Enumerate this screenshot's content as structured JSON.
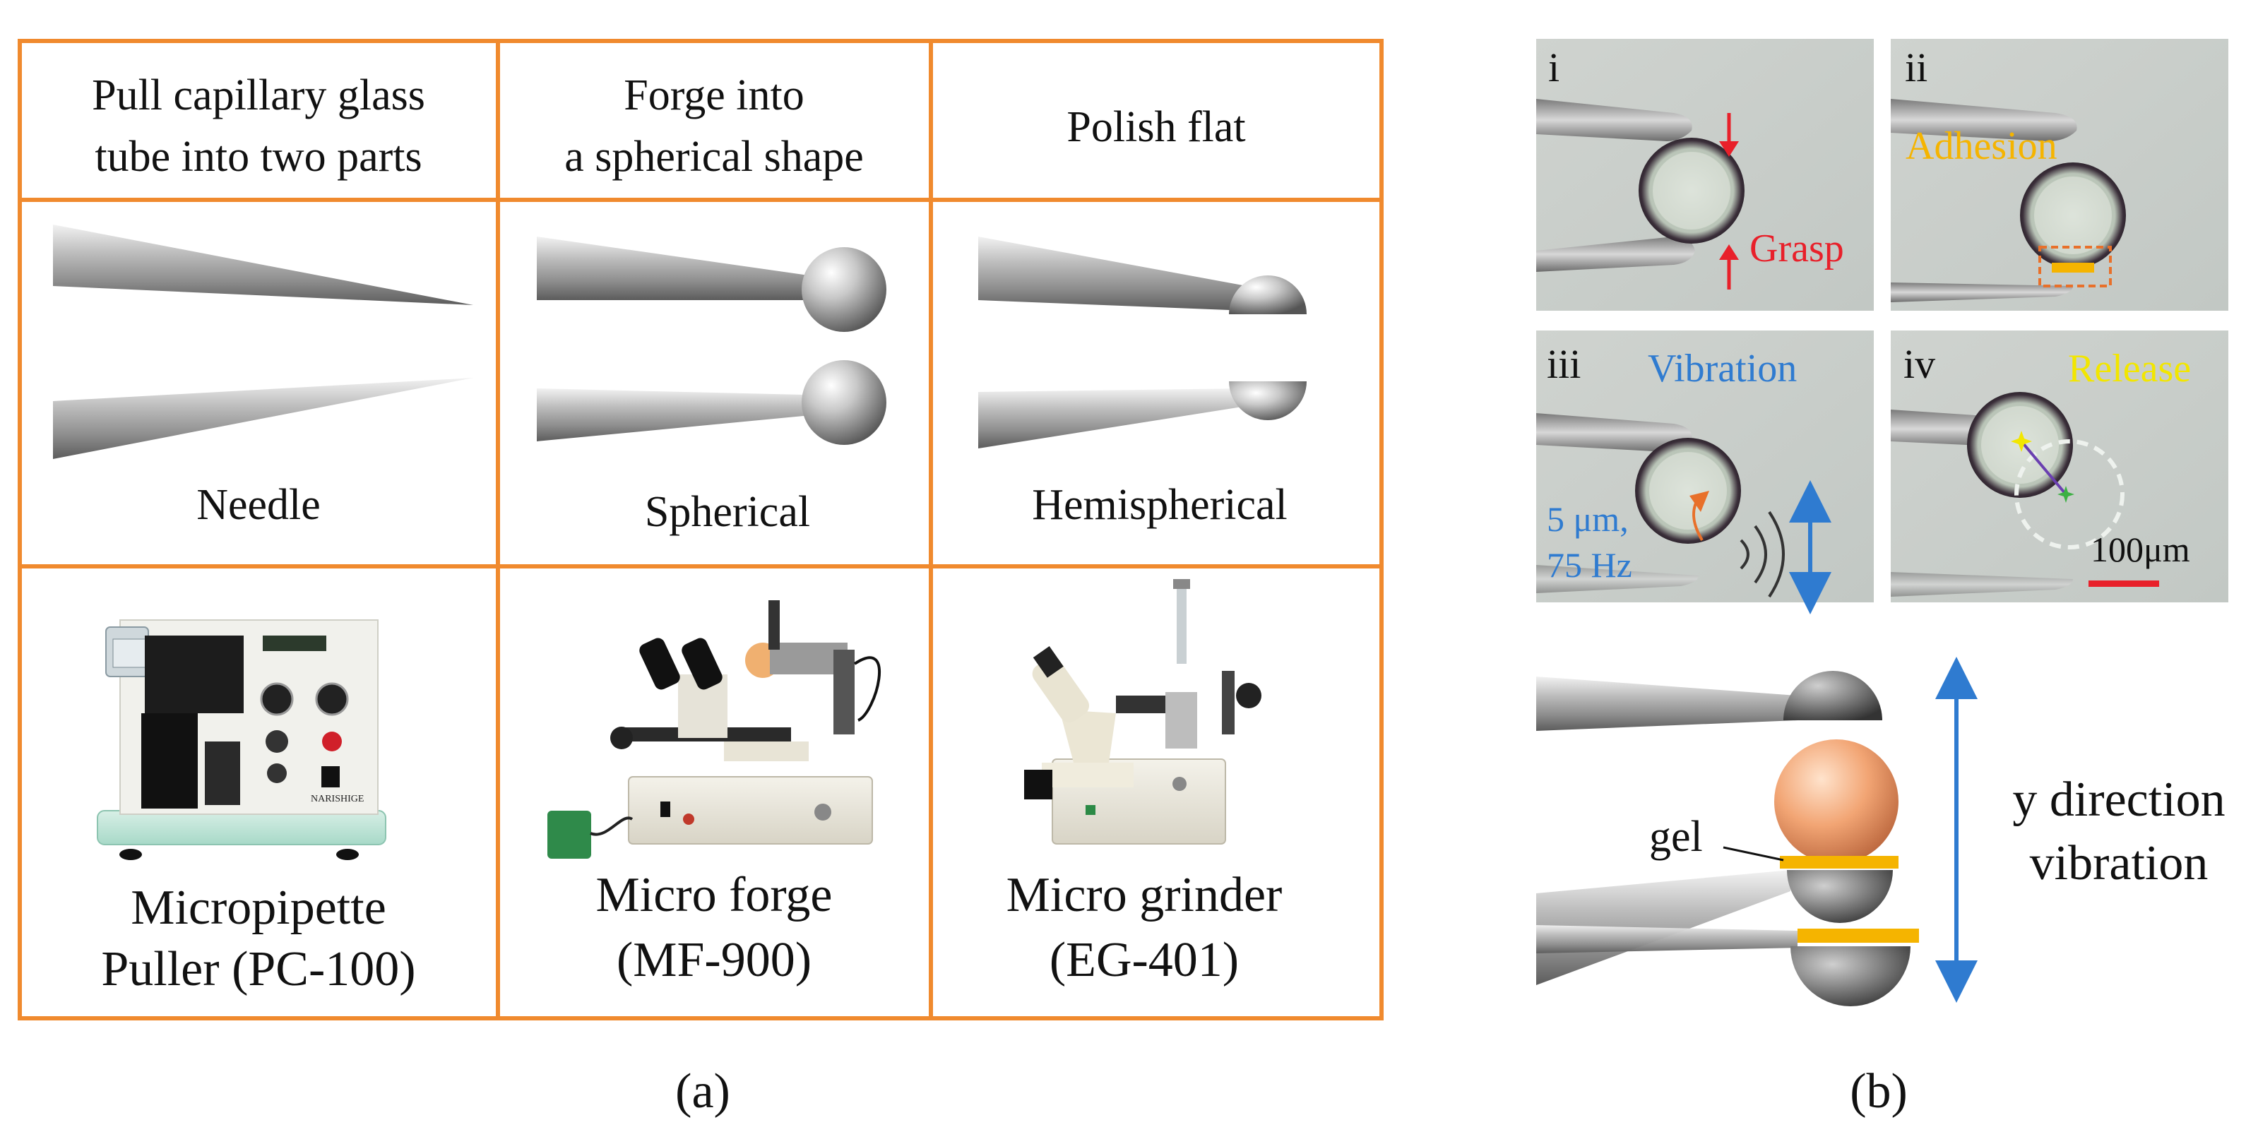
{
  "panel_a": {
    "label": "(a)",
    "header": {
      "col1_line1": "Pull capillary glass",
      "col1_line2": "tube into two parts",
      "col2_line1": "Forge into",
      "col2_line2": "a spherical shape",
      "col3": "Polish flat"
    },
    "shapes": {
      "col1": "Needle",
      "col2": "Spherical",
      "col3": "Hemispherical"
    },
    "devices": {
      "col1_line1": "Micropipette",
      "col1_line2": "Puller (PC-100)",
      "col2_line1": "Micro forge",
      "col2_line2": "(MF-900)",
      "col3_line1": "Micro grinder",
      "col3_line2": "(EG-401)",
      "brand_on_device": "NARISHIGE"
    }
  },
  "panel_b": {
    "label": "(b)",
    "subpanels": {
      "i_label": "i",
      "i_caption": "Grasp",
      "ii_label": "ii",
      "ii_caption": "Adhesion",
      "iii_label": "iii",
      "iii_caption": "Vibration",
      "iii_amp": "5 μm,",
      "iii_freq": "75 Hz",
      "iv_label": "iv",
      "iv_caption": "Release",
      "iv_scale": "100μm"
    },
    "schematic": {
      "gel_label": "gel",
      "dir_line1": "y direction",
      "dir_line2": "vibration"
    }
  },
  "colors": {
    "grid_orange": "#F08A2E",
    "grasp_red": "#E8202A",
    "adhesion_gold": "#F5B400",
    "vibration_blue": "#2F7BD0",
    "release_yellow": "#F2E600",
    "gel_yellow": "#F5B400",
    "arrow_blue": "#2F7BD0"
  }
}
